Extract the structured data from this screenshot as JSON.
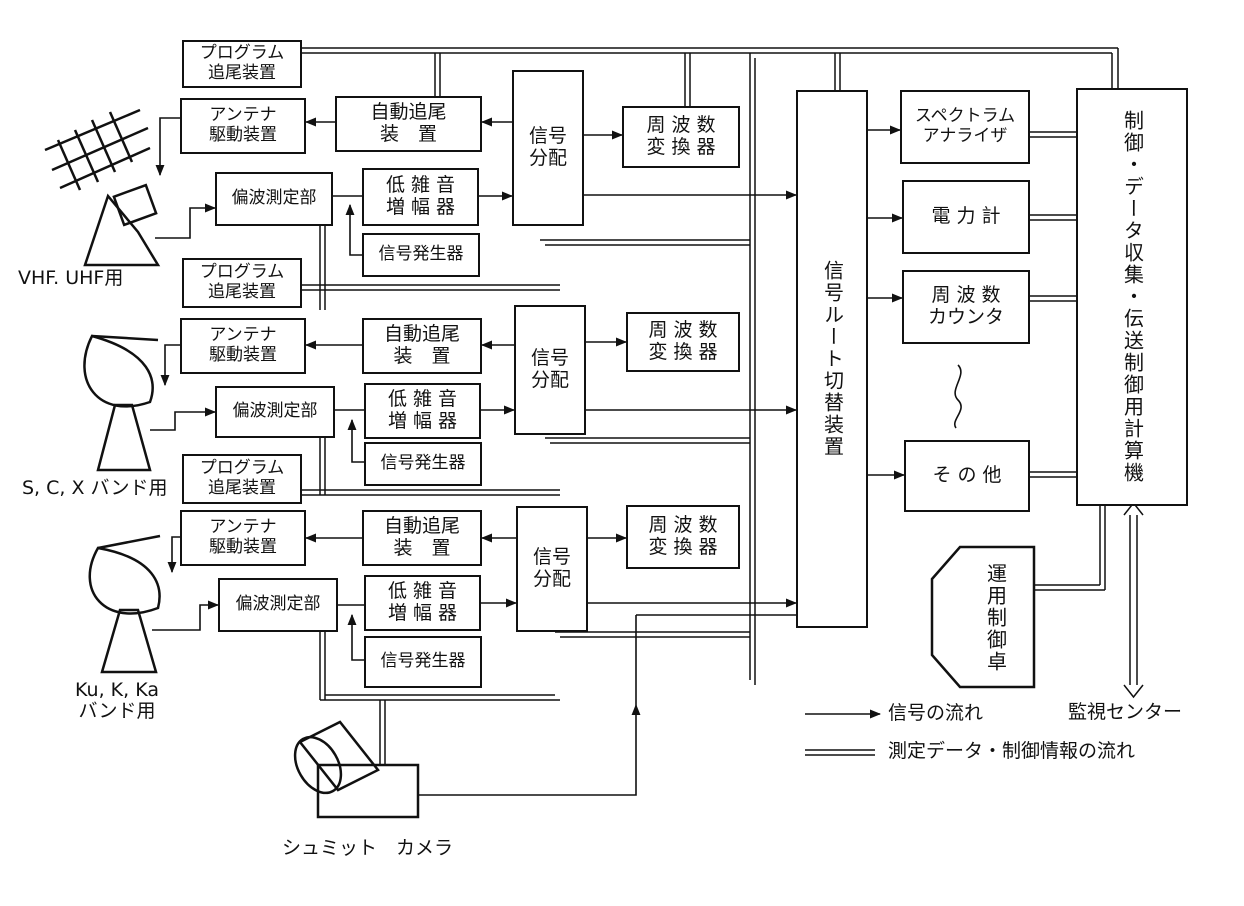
{
  "blocks": {
    "prog_track": "プログラム\n追尾装置",
    "ant_drive": "アンテナ\n駆動装置",
    "auto_track": "自動追尾\n装　置",
    "signal_split": "信号\n分配",
    "freq_conv": "周 波 数\n変 換 器",
    "polar_meas": "偏波測定部",
    "lna": "低 雑 音\n増 幅 器",
    "sig_gen": "信号発生器",
    "router": "信号ルート切替装置",
    "spectrum": "スペクトラム\nアナライザ",
    "power": "電 力 計",
    "counter": "周 波 数\nカウンタ",
    "etc": "そ の 他",
    "computer": "制御・データ収集・伝送制御用計算機",
    "console": "運用制御卓"
  },
  "antennas": {
    "a1": "VHF. UHF用",
    "a2": "S, C, X バンド用",
    "a3": "Ku, K, Ka\nバンド用"
  },
  "camera": "シュミット　カメラ",
  "monitor_center": "監視センター",
  "legend": {
    "signal": "信号の流れ",
    "data": "測定データ・制御情報の流れ"
  }
}
